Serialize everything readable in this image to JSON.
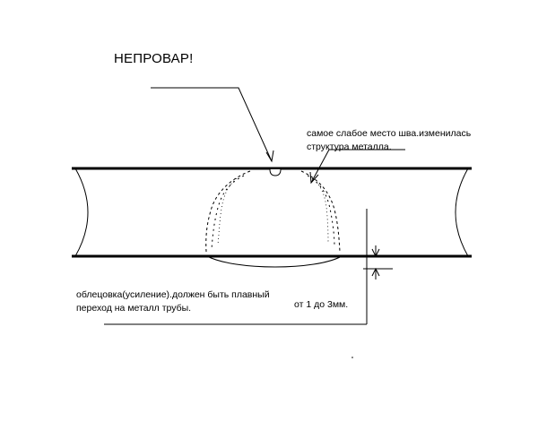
{
  "labels": {
    "title": "НЕПРОВАР!",
    "weak_spot_line1": "самое слабое место шва.изменилась",
    "weak_spot_line2": "структура металла.",
    "reinforcement_line1": "облецовка(усиление).должен быть плавный",
    "reinforcement_line2": "переход на металл трубы.",
    "dimension": "от 1 до 3мм."
  },
  "colors": {
    "ink": "#000000",
    "background": "#ffffff"
  }
}
